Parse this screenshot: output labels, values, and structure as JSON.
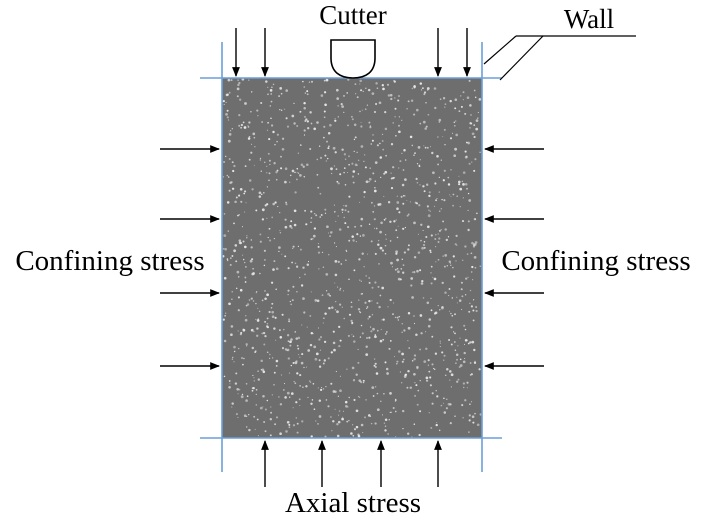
{
  "labels": {
    "cutter": "Cutter",
    "wall": "Wall",
    "confining_left": "Confining stress",
    "confining_right": "Confining stress",
    "axial": "Axial stress"
  },
  "colors": {
    "specimen_fill": "#6e6e6e",
    "specimen_speckle": "#e8e8e8",
    "wall_line": "#6a9fd8",
    "arrow": "#000000",
    "background": "#ffffff"
  }
}
